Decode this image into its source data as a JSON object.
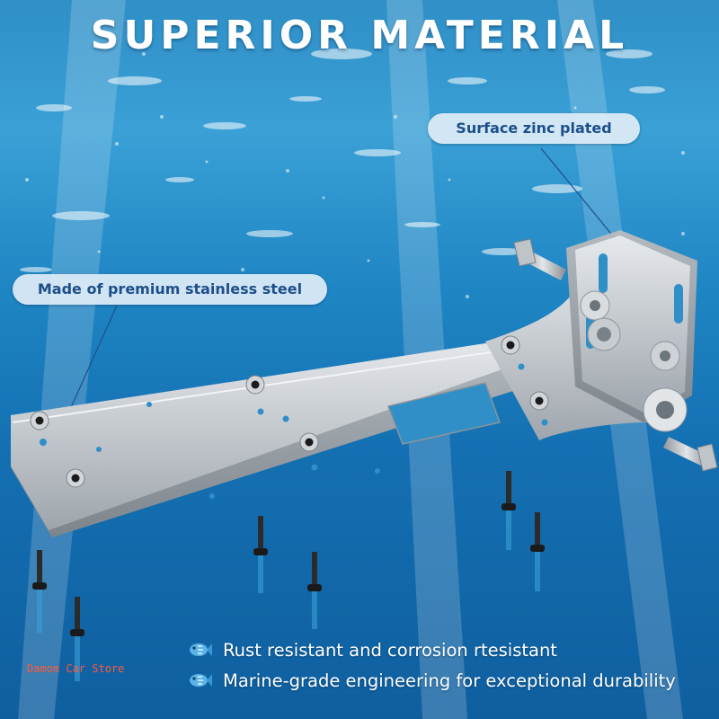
{
  "title": "SUPERIOR MATERIAL",
  "callouts": {
    "zinc": "Surface zinc plated",
    "steel": "Made of premium stainless steel"
  },
  "features": [
    {
      "icon": "fish-icon",
      "text": "Rust resistant and corrosion rtesistant"
    },
    {
      "icon": "fish-icon",
      "text": "Marine-grade engineering for exceptional durability"
    }
  ],
  "watermark": "Damom Car Store",
  "colors": {
    "water_top": "#3aa0d6",
    "water_bottom": "#0f5f9f",
    "callout_bg": "#deecf6",
    "callout_text": "#1d4f8a",
    "watermark": "#ff5a3a",
    "steel": "#c9ced3"
  }
}
